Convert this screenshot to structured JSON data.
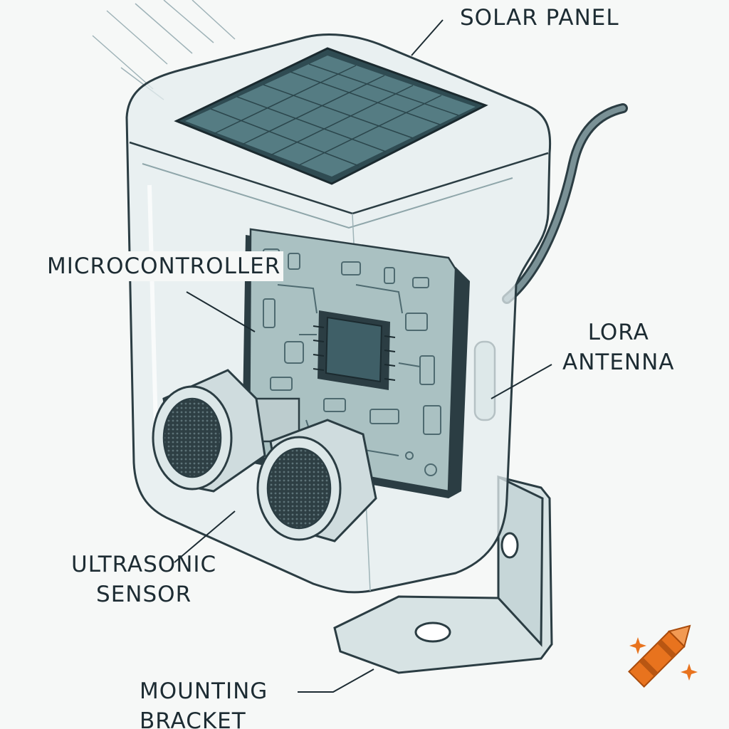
{
  "labels": {
    "solar_panel": "SOLAR PANEL",
    "microcontroller": "MICROCONTROLLER",
    "lora_antenna_line1": "LORA",
    "lora_antenna_line2": "ANTENNA",
    "ultrasonic_line1": "ULTRASONIC",
    "ultrasonic_line2": "SENSOR",
    "mounting_line1": "MOUNTING",
    "mounting_line2": "BRACKET"
  },
  "colors": {
    "background": "#f6f8f7",
    "ink": "#1d2c33",
    "enclosure_fill": "#e4eeef",
    "panel": "#4a6f76",
    "pcb": "#aac1c2",
    "chip": "#3f5f67",
    "bracket": "#d7e3e4",
    "crayon": "#e8731e"
  },
  "icons": {
    "watermark": "crayon-icon"
  }
}
